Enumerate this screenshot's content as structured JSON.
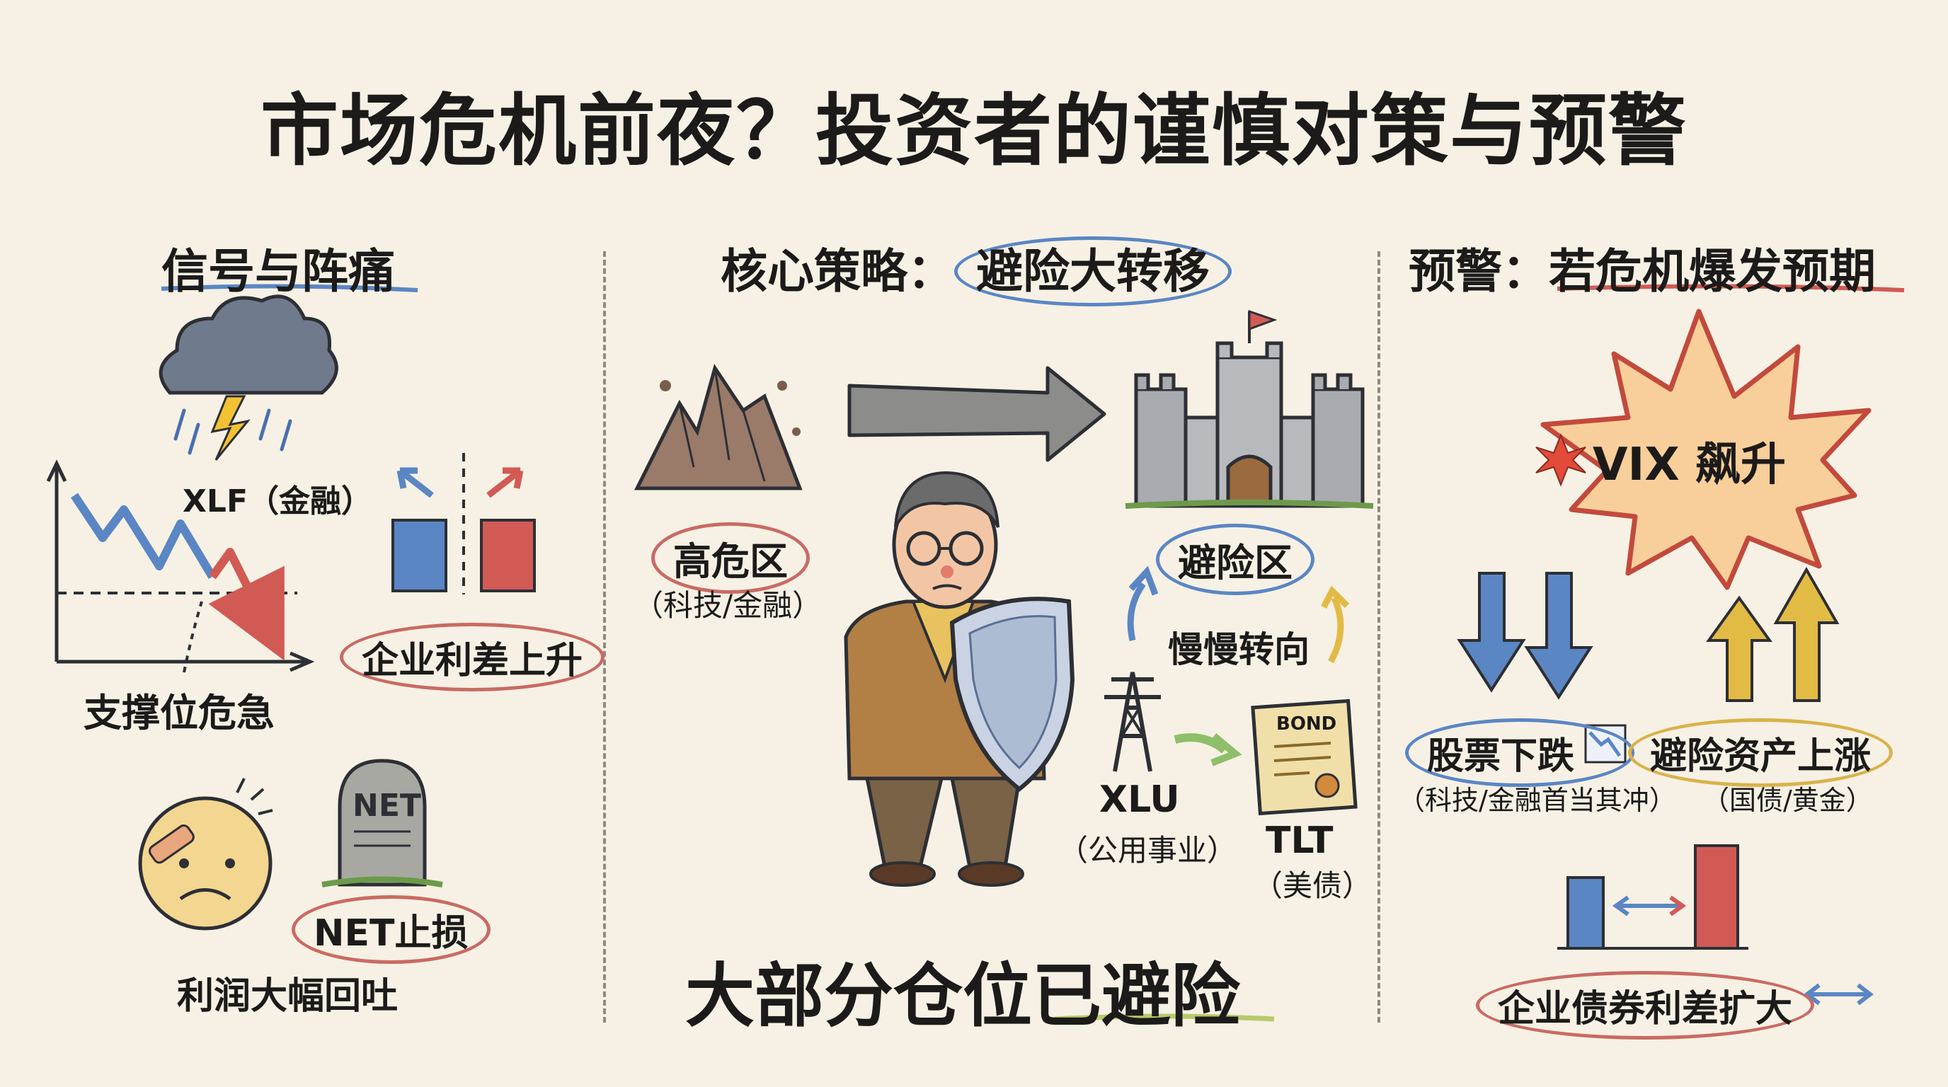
{
  "title": "市场危机前夜？投资者的谨慎对策与预警",
  "left": {
    "heading": "信号与阵痛",
    "xlf_label": "XLF（金融）",
    "support_label": "支撑位危急",
    "spread_label": "企业利差上升",
    "net_stone_text": "NET",
    "net_stop_label": "NET止损",
    "profit_label": "利润大幅回吐"
  },
  "middle": {
    "heading_prefix": "核心策略：",
    "heading_highlight": "避险大转移",
    "high_risk_label": "高危区",
    "high_risk_sub": "（科技/金融）",
    "safe_label": "避险区",
    "slow_turn_label": "慢慢转向",
    "xlu_label": "XLU",
    "xlu_sub": "（公用事业）",
    "bond_text": "BOND",
    "tlt_label": "TLT",
    "tlt_sub": "（美债）",
    "bottom_statement": "大部分仓位已避险"
  },
  "right": {
    "heading_prefix": "预警：",
    "heading_highlight": "若危机爆发预期",
    "vix_label": "VIX 飙升",
    "stock_down_label": "股票下跌",
    "stock_down_sub": "（科技/金融首当其冲）",
    "safe_up_label": "避险资产上涨",
    "safe_up_sub": "（国债/黄金）",
    "bond_spread_label": "企业债券利差扩大"
  },
  "colors": {
    "background": "#f6f1e4",
    "red": "#d25a55",
    "blue": "#5b86c4",
    "gold": "#e2bb45",
    "green": "#8fbf6a"
  }
}
